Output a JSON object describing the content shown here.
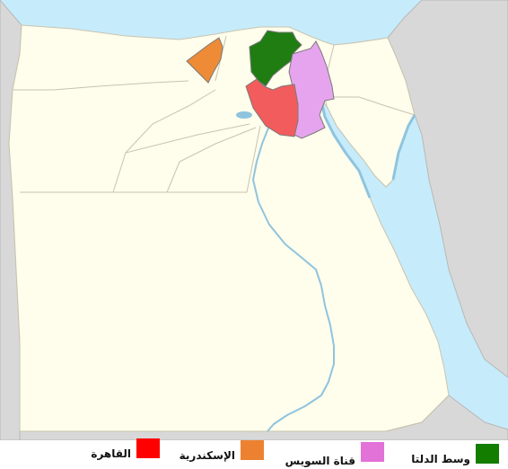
{
  "map": {
    "colors": {
      "sea": "#c6ecfb",
      "land": "#fffdec",
      "neighbor_land": "#d8d8d8",
      "border": "#c9c3b0",
      "water_line": "#8fc4de"
    },
    "regions": [
      {
        "id": "delta",
        "label": "وسط الدلتا",
        "color": "#1f7d12"
      },
      {
        "id": "suez",
        "label": "قناة السويس",
        "color": "#e6a4ee"
      },
      {
        "id": "alexandria",
        "label": "الإسكندرية",
        "color": "#ee8b36"
      },
      {
        "id": "cairo",
        "label": "القاهرة",
        "color": "#f25c5c"
      }
    ]
  },
  "legend": {
    "items": [
      {
        "label": "وسط الدلتا",
        "color": "#137d00"
      },
      {
        "label": "قناة السويس",
        "color": "#e271d8"
      },
      {
        "label": "الإسكندرية",
        "color": "#ec8230"
      },
      {
        "label": "القاهرة",
        "color": "#ff0000"
      }
    ]
  }
}
